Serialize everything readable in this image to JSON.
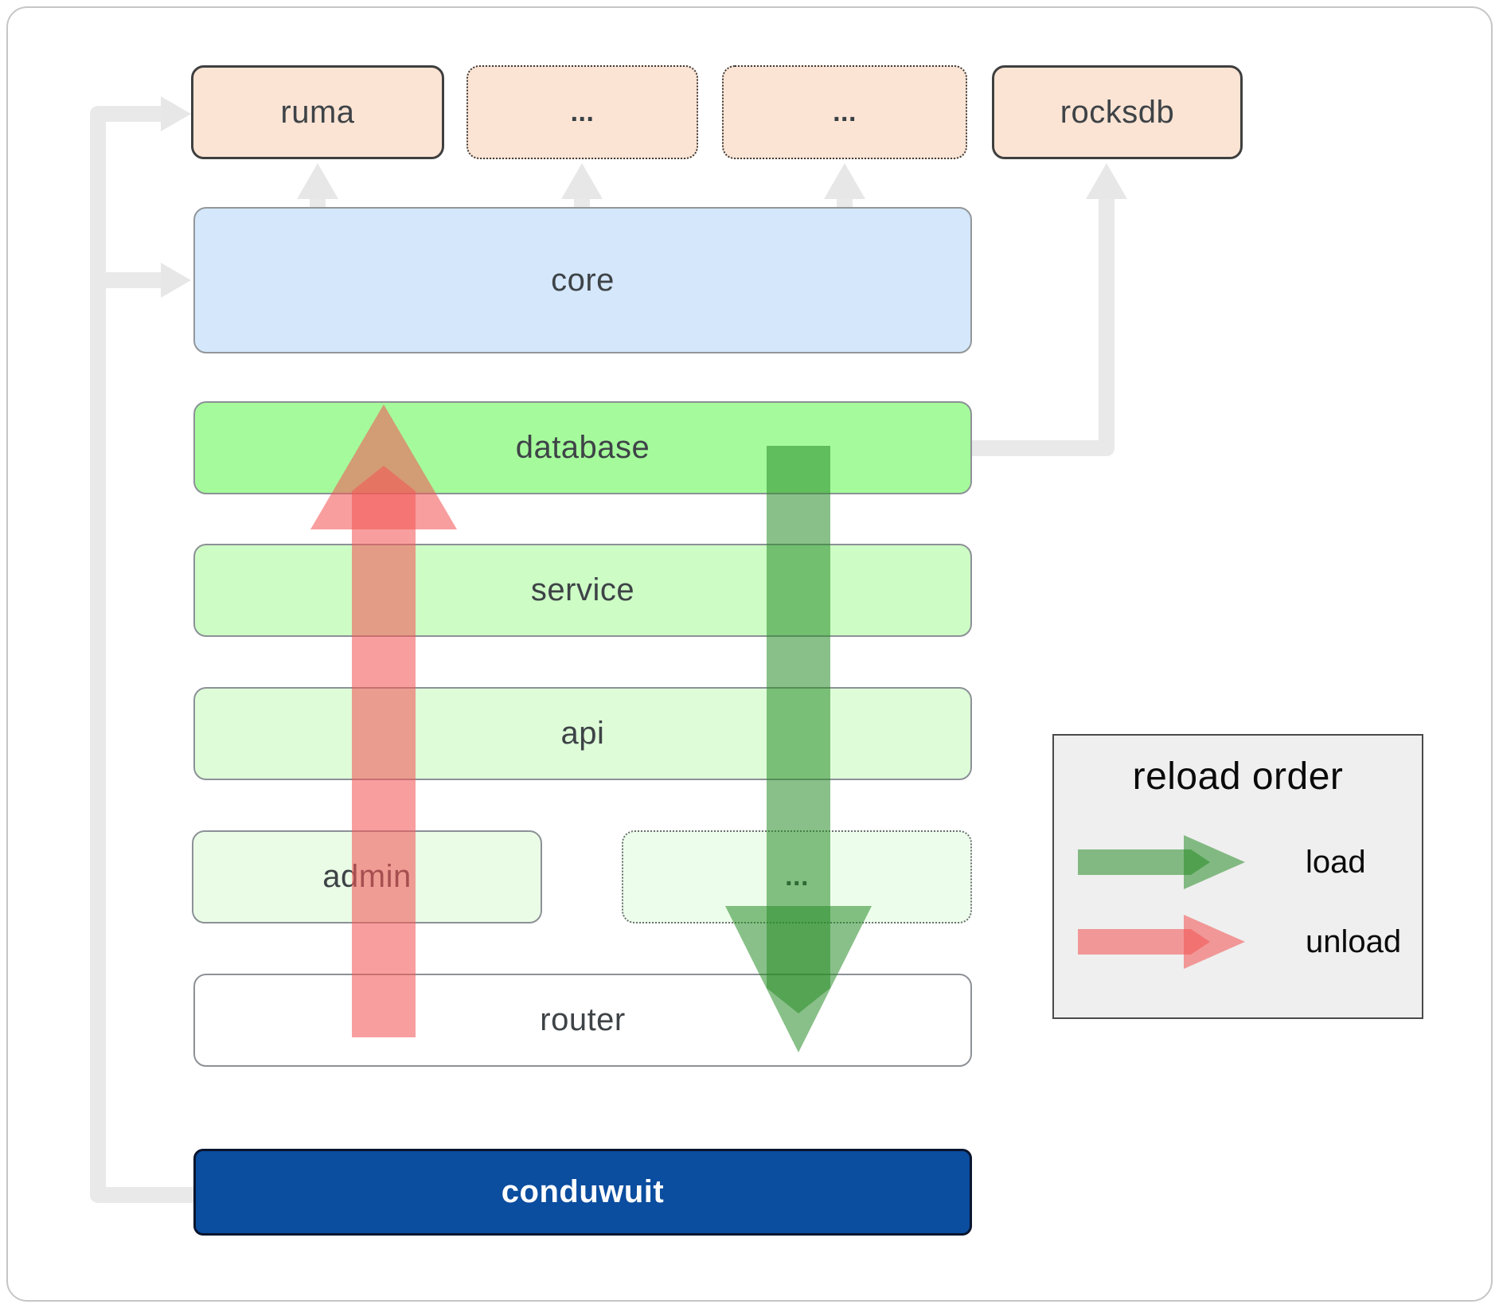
{
  "boxes": {
    "ruma": "ruma",
    "ellipsis_top_1": "...",
    "ellipsis_top_2": "...",
    "rocksdb": "rocksdb",
    "core": "core",
    "database": "database",
    "service": "service",
    "api": "api",
    "admin": "admin",
    "ellipsis_admin": "...",
    "router": "router",
    "conduwuit": "conduwuit"
  },
  "legend": {
    "title": "reload order",
    "items": [
      {
        "label": "load",
        "color": "#2e8c2e",
        "direction": "down"
      },
      {
        "label": "unload",
        "color": "#f35858",
        "direction": "up"
      }
    ]
  },
  "colors": {
    "peach_box": "#fce4d4",
    "core_box": "#d4e7fb",
    "database_box": "#a5fb9b",
    "service_box": "#cdfcc5",
    "api_box": "#defcd8",
    "admin_box": "#eafce6",
    "router_box": "#ffffff",
    "conduwuit_box": "#0b4d9f",
    "connector_gray": "#e9e9e9",
    "legend_bg": "#efefef"
  }
}
